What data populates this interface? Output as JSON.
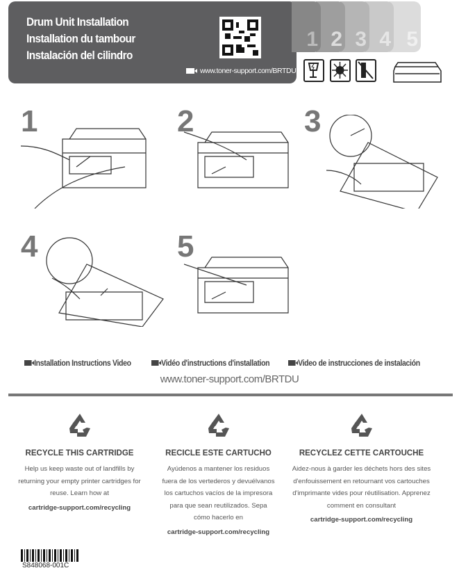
{
  "header": {
    "titles": [
      "Drum Unit Installation",
      "Installation du tambour",
      "Instalación del cilindro"
    ],
    "url": "www.toner-support.com/BRTDU"
  },
  "steps_tabs": [
    "1",
    "2",
    "3",
    "4",
    "5"
  ],
  "icons": [
    "fragile-icon",
    "no-light-icon",
    "no-upright-icon",
    "drum-unit-icon"
  ],
  "steps": [
    "1",
    "2",
    "3",
    "4",
    "5"
  ],
  "videos": [
    "Installation Instructions Video",
    "Vidéo d'instructions d'installation",
    "Video de instrucciones de instalación"
  ],
  "video_url": "www.toner-support.com/BRTDU",
  "recycle": [
    {
      "title": "RECYCLE THIS CARTRIDGE",
      "text": "Help us keep waste out of landfills by returning your empty printer cartridges for reuse. Learn how at",
      "link": "cartridge-support.com/recycling"
    },
    {
      "title": "RECICLE ESTE CARTUCHO",
      "text": "Ayúdenos a mantener los residuos fuera de los vertederos y devuélvanos los cartuchos vacíos de la impresora para que sean reutilizados. Sepa cómo hacerlo en",
      "link": "cartridge-support.com/recycling"
    },
    {
      "title": "RECYCLEZ CETTE CARTOUCHE",
      "text": "Aidez-nous à garder les déchets hors des sites d'enfouissement en retournant vos cartouches d'imprimante vides pour réutilisation. Apprenez comment en consultant",
      "link": "cartridge-support.com/recycling"
    }
  ],
  "part_number": "S848068-001C"
}
